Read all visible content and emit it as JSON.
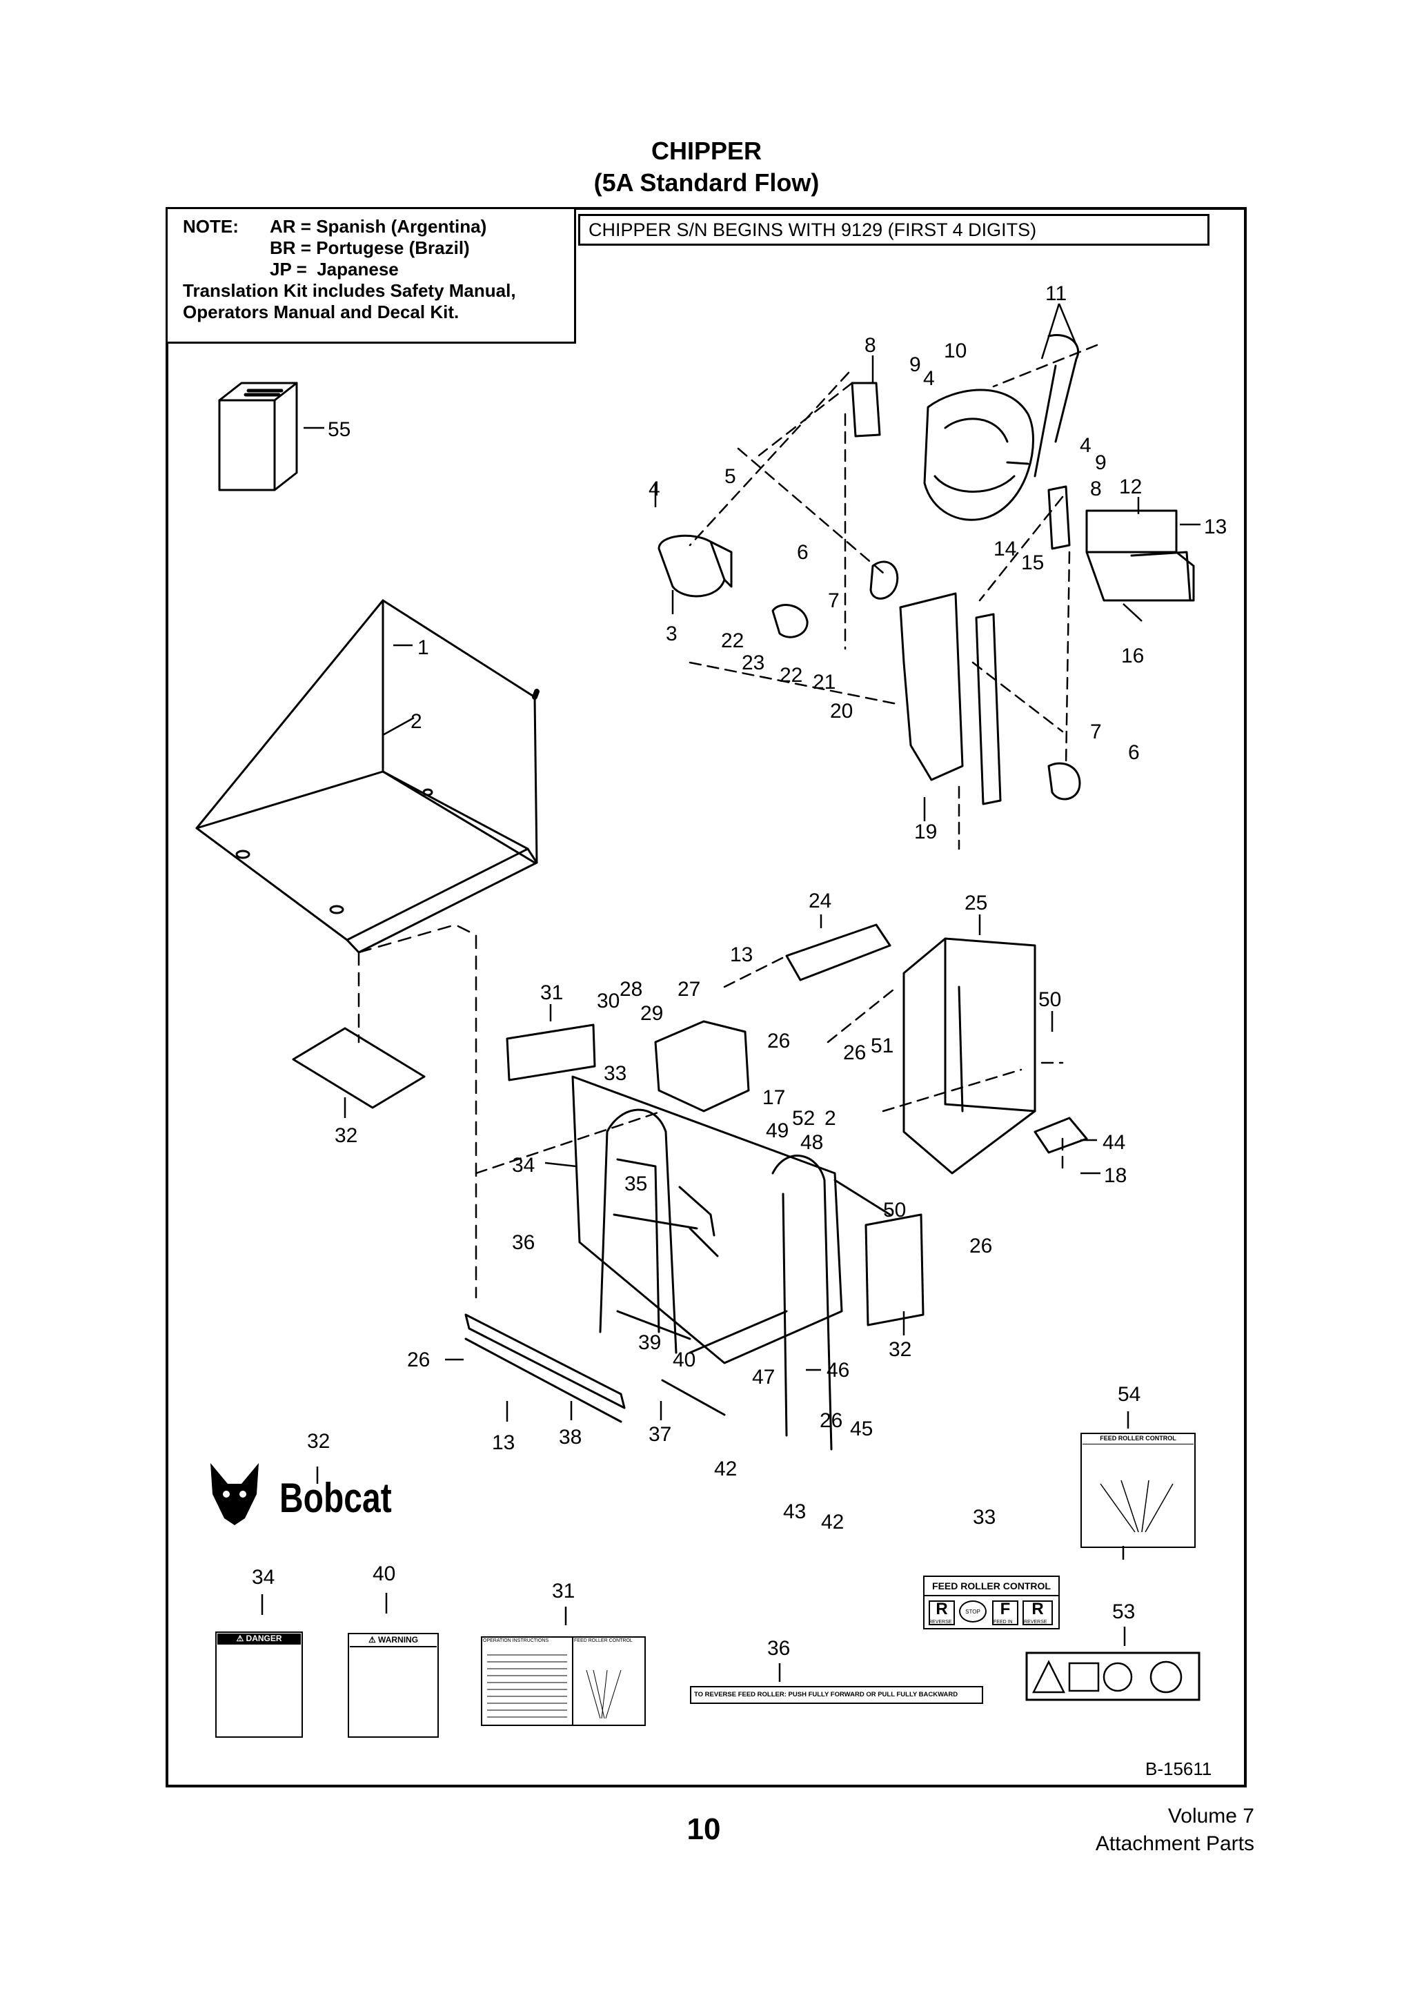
{
  "header": {
    "title": "CHIPPER",
    "subtitle": "(5A Standard Flow)"
  },
  "note": {
    "label": "NOTE:",
    "rows": [
      {
        "code": "AR",
        "eq": "=",
        "language": "Spanish (Argentina)"
      },
      {
        "code": "BR",
        "eq": "=",
        "language": "Portugese (Brazil)"
      },
      {
        "code": "JP",
        "eq": "=",
        "language": "Japanese"
      }
    ],
    "kit_line1": "Translation Kit includes Safety Manual,",
    "kit_line2": "Operators Manual and Decal Kit."
  },
  "serial_note": "CHIPPER S/N BEGINS WITH 9129 (FIRST 4 DIGITS)",
  "callouts": {
    "c1": "1",
    "c2": "2",
    "c2b": "2",
    "c3": "3",
    "c4a": "4",
    "c4b": "4",
    "c4c": "4",
    "c5": "5",
    "c6a": "6",
    "c6b": "6",
    "c7a": "7",
    "c7b": "7",
    "c8a": "8",
    "c8b": "8",
    "c9a": "9",
    "c9b": "9",
    "c10": "10",
    "c11": "11",
    "c12": "12",
    "c13a": "13",
    "c13b": "13",
    "c13c": "13",
    "c14": "14",
    "c15": "15",
    "c16": "16",
    "c17": "17",
    "c18": "18",
    "c19": "19",
    "c20": "20",
    "c21": "21",
    "c22a": "22",
    "c22b": "22",
    "c23": "23",
    "c24": "24",
    "c25": "25",
    "c26a": "26",
    "c26b": "26",
    "c26c": "26",
    "c26d": "26",
    "c26e": "26",
    "c27": "27",
    "c28": "28",
    "c29": "29",
    "c30": "30",
    "c31a": "31",
    "c31b": "31",
    "c32a": "32",
    "c32b": "32",
    "c32c": "32",
    "c33a": "33",
    "c33b": "33",
    "c34a": "34",
    "c34b": "34",
    "c35": "35",
    "c36a": "36",
    "c36b": "36",
    "c37": "37",
    "c38": "38",
    "c39": "39",
    "c40a": "40",
    "c40b": "40",
    "c42a": "42",
    "c42b": "42",
    "c43": "43",
    "c44": "44",
    "c45": "45",
    "c46": "46",
    "c47": "47",
    "c48": "48",
    "c49": "49",
    "c50a": "50",
    "c50b": "50",
    "c51": "51",
    "c52": "52",
    "c53": "53",
    "c54": "54",
    "c55": "55"
  },
  "brand": "Bobcat",
  "decals": {
    "danger_header": "⚠ DANGER",
    "warning_header": "⚠ WARNING",
    "operating_header": "OPERATION INSTRUCTIONS",
    "feed_roller_control": "FEED ROLLER CONTROL",
    "frc_r": "R",
    "frc_stop": "STOP",
    "frc_f": "F",
    "frc_r2": "R",
    "frc_reverse": "REVERSE",
    "frc_feed": "FEED IN",
    "frc_reverse2": "REVERSE",
    "reverse_strip": "TO REVERSE FEED ROLLER: PUSH FULLY FORWARD OR PULL FULLY BACKWARD"
  },
  "doc_id": "B-15611",
  "page_number": "10",
  "footer": {
    "volume": "Volume 7",
    "section": "Attachment Parts"
  }
}
